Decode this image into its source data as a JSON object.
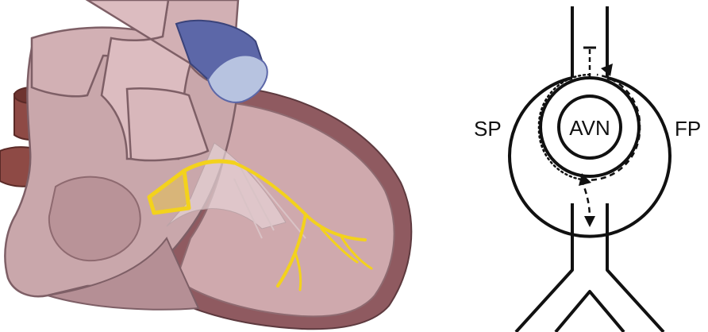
{
  "diagram": {
    "labels": {
      "slow_pathway": "SP",
      "node": "AVN",
      "fast_pathway": "FP"
    },
    "colors": {
      "heart_muscle": "#c9a7ab",
      "heart_shadow": "#a98489",
      "heart_outline": "#7e5f66",
      "pericardium": "#8f5a60",
      "vessel_red": "#8e4a45",
      "vessel_blue": "#5c67a8",
      "valve_light": "#b7c3e0",
      "conduction": "#f3d21c",
      "schematic": "#111111"
    }
  }
}
